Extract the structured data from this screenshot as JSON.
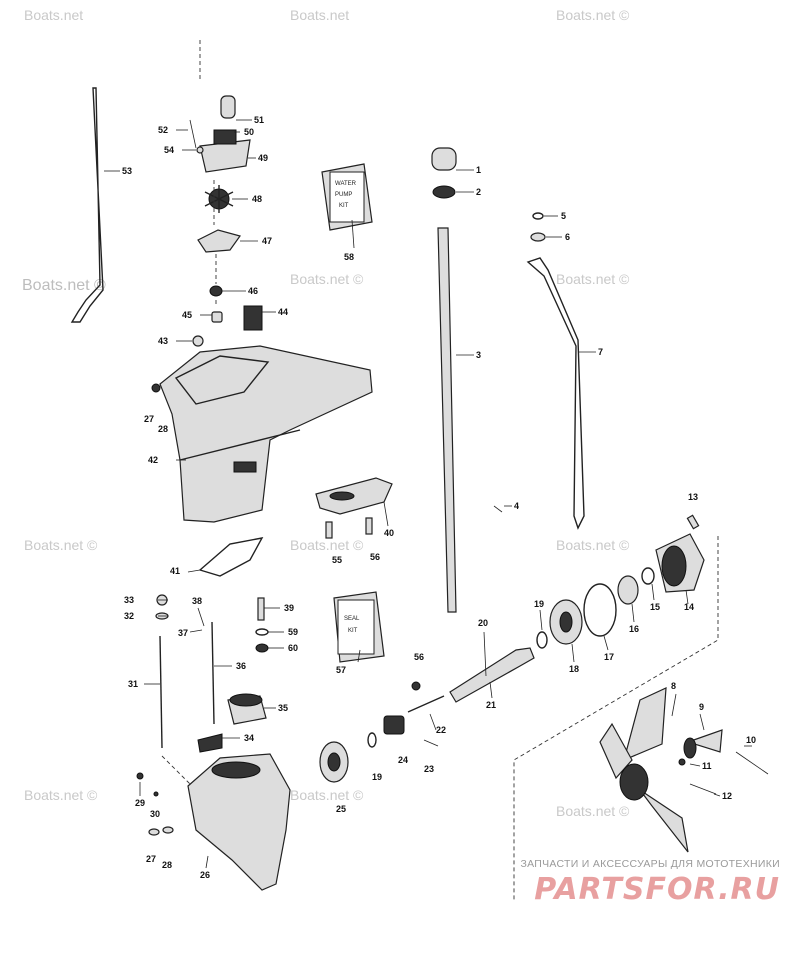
{
  "watermarks": [
    "Boats.net",
    "Boats.net",
    "Boats.net ©",
    "Boats.net ©",
    "Boats.net ©",
    "Boats.net ©",
    "Boats.net ©",
    "Boats.net ©",
    "Boats.net ©",
    "Boats.net ©",
    "Boats.net ©",
    "Boats.net ©"
  ],
  "kits": {
    "water_pump": [
      "WATER",
      "PUMP",
      "KIT"
    ],
    "seal": [
      "SEAL",
      "KIT"
    ]
  },
  "callouts": [
    "1",
    "2",
    "3",
    "4",
    "5",
    "6",
    "7",
    "8",
    "9",
    "10",
    "11",
    "12",
    "13",
    "14",
    "15",
    "16",
    "17",
    "18",
    "19",
    "19",
    "20",
    "21",
    "22",
    "23",
    "24",
    "25",
    "26",
    "27",
    "28",
    "27",
    "28",
    "29",
    "30",
    "31",
    "32",
    "33",
    "34",
    "35",
    "36",
    "37",
    "38",
    "39",
    "40",
    "41",
    "42",
    "43",
    "44",
    "45",
    "46",
    "47",
    "48",
    "49",
    "50",
    "51",
    "52",
    "53",
    "54",
    "55",
    "56",
    "56",
    "57",
    "58",
    "59",
    "60"
  ],
  "brand": {
    "tagline": "ЗАПЧАСТИ И АКСЕССУАРЫ ДЛЯ МОТОТЕХНИКИ",
    "logo": "PARTSFOR.RU"
  },
  "colors": {
    "ink": "#222222",
    "watermark": "#c9c9c9",
    "brand": "#e8a0a0"
  }
}
